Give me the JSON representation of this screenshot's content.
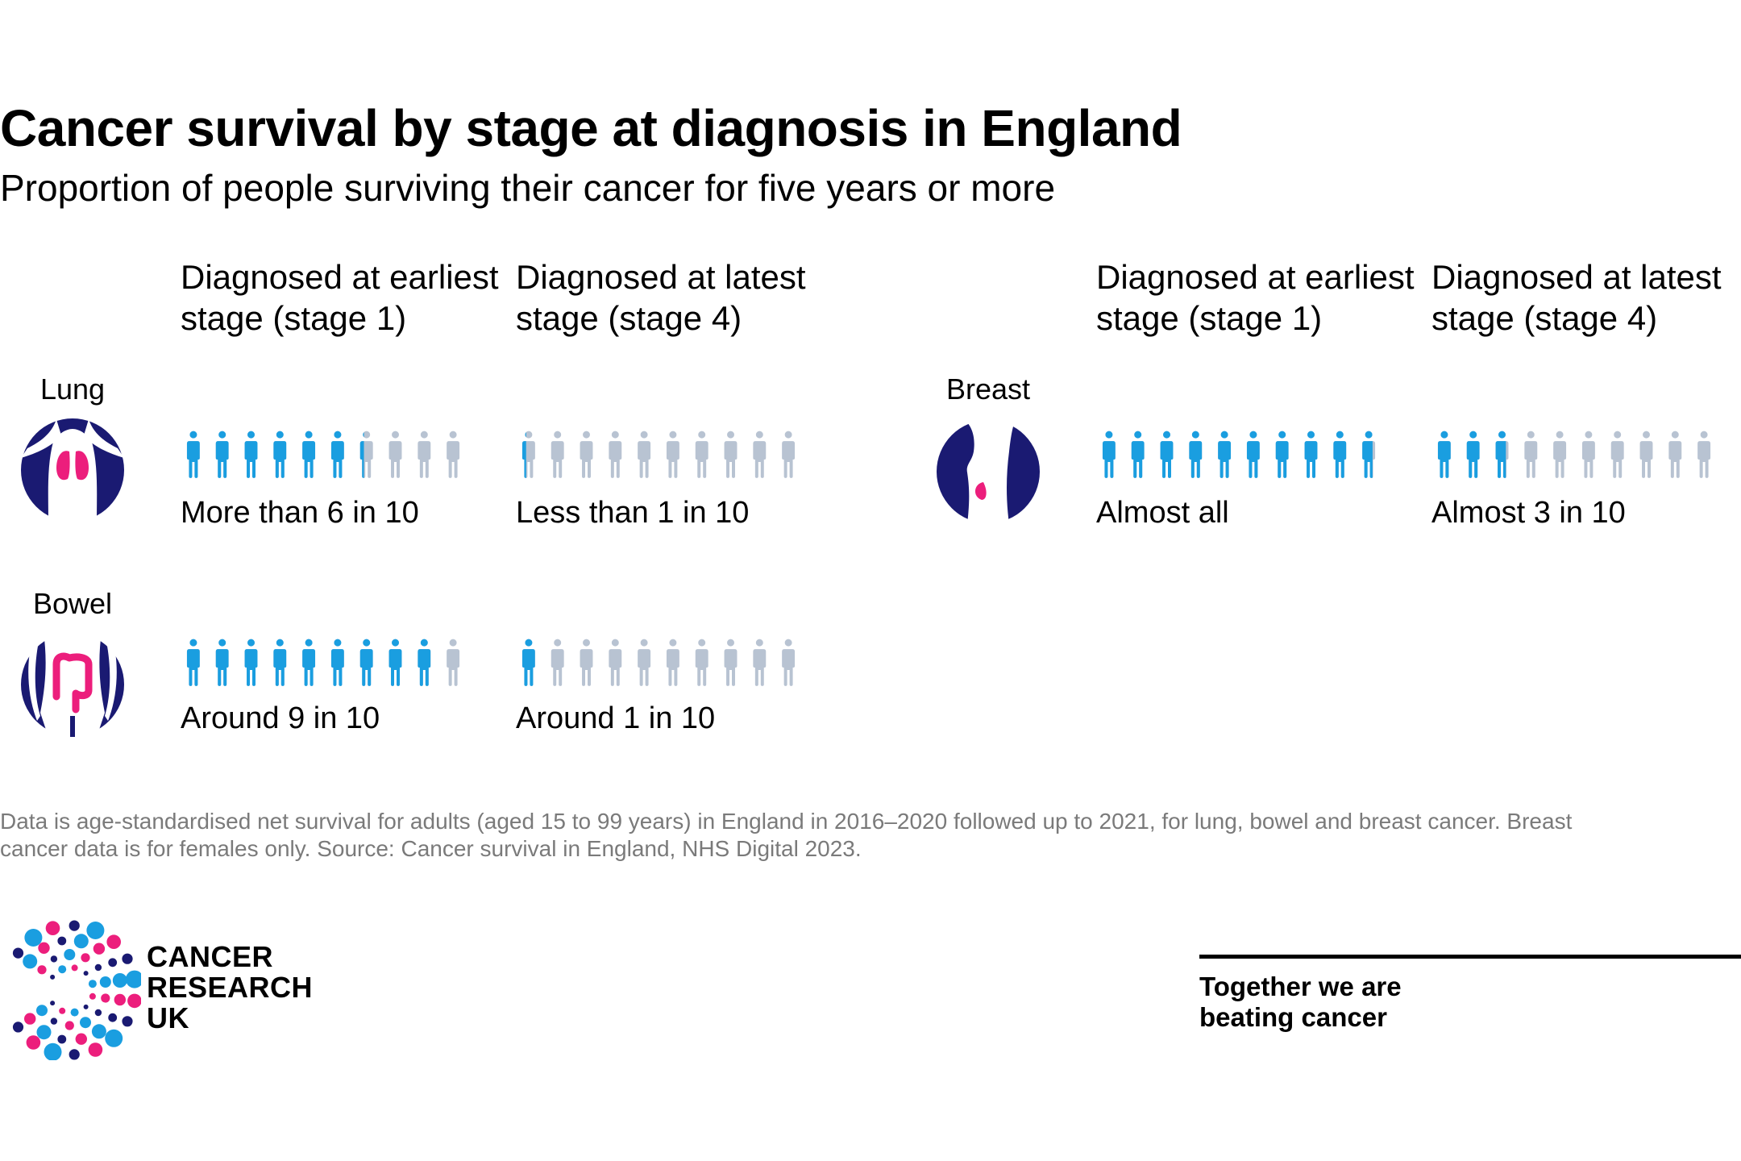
{
  "title": "Cancer survival by stage at diagnosis in England",
  "subtitle": "Proportion of people surviving their cancer for five years or more",
  "column_headers": {
    "earliest": "Diagnosed at earliest stage (stage 1)",
    "latest": "Diagnosed at latest stage (stage 4)"
  },
  "cancers": [
    {
      "name": "Lung",
      "icon": "lung-torso-icon",
      "earliest": {
        "caption": "More than 6 in 10",
        "survivors_out_of_10": 6.3
      },
      "latest": {
        "caption": "Less than 1 in 10",
        "survivors_out_of_10": 0.3
      }
    },
    {
      "name": "Bowel",
      "icon": "bowel-torso-icon",
      "earliest": {
        "caption": "Around 9 in 10",
        "survivors_out_of_10": 9
      },
      "latest": {
        "caption": "Around 1 in 10",
        "survivors_out_of_10": 1
      }
    },
    {
      "name": "Breast",
      "icon": "breast-silhouette-icon",
      "earliest": {
        "caption": "Almost all",
        "survivors_out_of_10": 9.8
      },
      "latest": {
        "caption": "Almost 3 in 10",
        "survivors_out_of_10": 2.8
      }
    }
  ],
  "colors": {
    "survived": "#1a9ee0",
    "not_survived": "#b8c3d2",
    "navy": "#1a1a72",
    "pink": "#ec1e7c"
  },
  "footnote": "Data is age-standardised net survival for adults (aged 15 to 99 years) in England in 2016–2020 followed up to 2021, for lung, bowel and breast cancer. Breast cancer data is for females only. Source: Cancer survival in England, NHS Digital 2023.",
  "logo": {
    "line1": "CANCER",
    "line2": "RESEARCH",
    "line3": "UK"
  },
  "tagline": {
    "line1": "Together we are",
    "line2": "beating cancer"
  }
}
